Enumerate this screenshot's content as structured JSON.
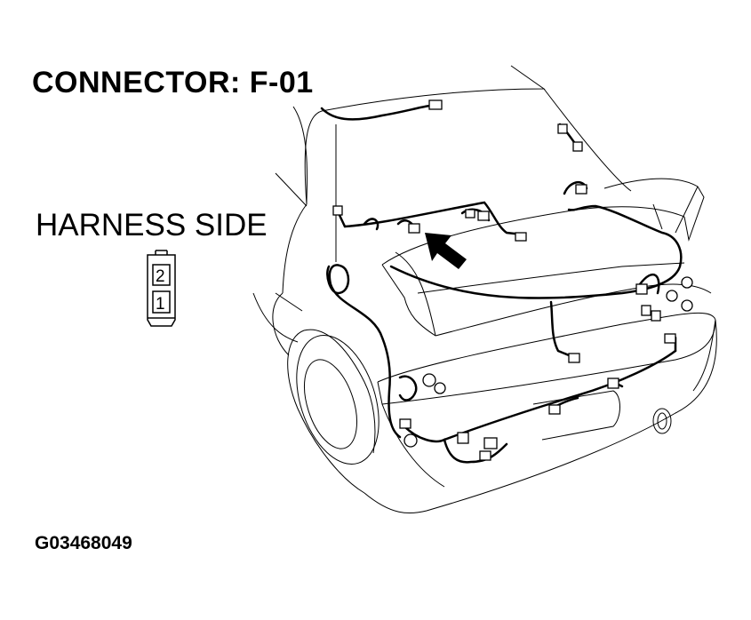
{
  "diagram": {
    "title": "CONNECTOR: F-01",
    "view_label": "HARNESS SIDE",
    "connector_pins": [
      "2",
      "1"
    ],
    "figure_code": "G03468049"
  }
}
